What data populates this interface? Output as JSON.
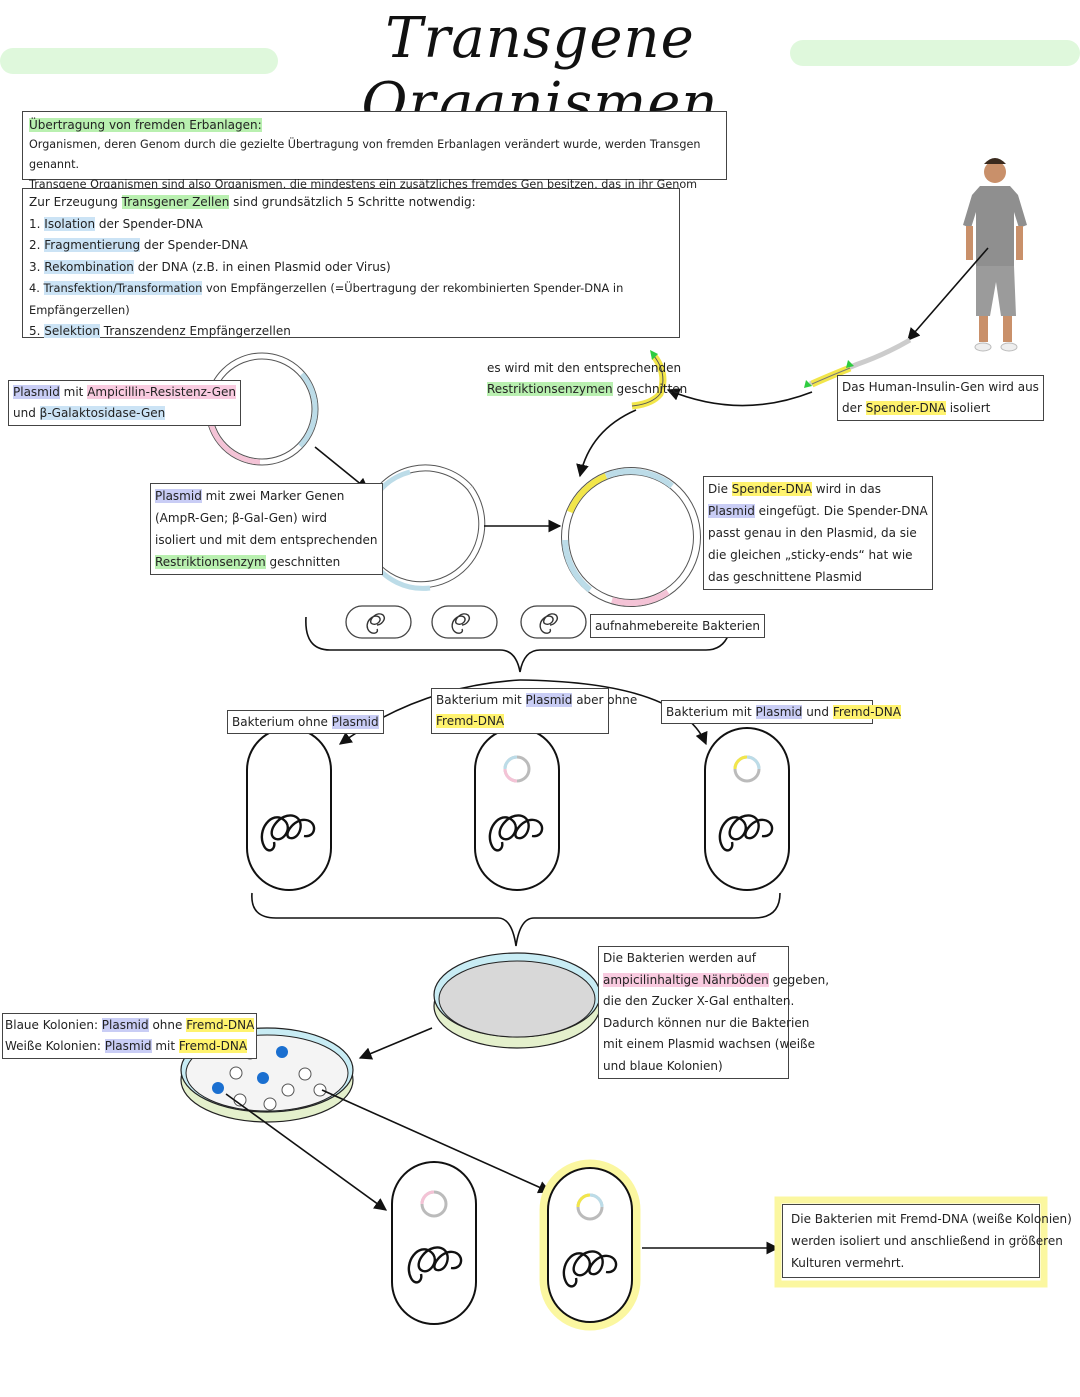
{
  "title": "Transgene Organismen",
  "intro": {
    "heading": "Übertragung von fremden Erbanlagen:",
    "line1": "Organismen, deren Genom durch die gezielte Übertragung von fremden Erbanlagen verändert wurde, werden Transgen genannt.",
    "line2": "Transgene Organismen sind also Organismen, die mindestens ein zusätzliches fremdes Gen besitzen, das in ihr Genom integriert wurde."
  },
  "steps": {
    "lead_a": "Zur Erzeugung ",
    "lead_hl": "Transgener Zellen",
    "lead_b": " sind grundsätzlich 5 Schritte notwendig:",
    "items": [
      {
        "num": "1.",
        "hl": "Isolation",
        "rest": " der Spender-DNA"
      },
      {
        "num": "2.",
        "hl": "Fragmentierung",
        "rest": " der Spender-DNA"
      },
      {
        "num": "3.",
        "hl": "Rekombination",
        "rest": " der DNA (z.B. in einen Plasmid oder Virus)"
      },
      {
        "num": "4.",
        "hl": "Transfektion/Transformation",
        "rest": " von Empfängerzellen (=Übertragung der rekombinierten Spender-DNA in Empfängerzellen)"
      },
      {
        "num": "5.",
        "hl": "Selektion",
        "rest": " Transzendenz Empfängerzellen"
      }
    ]
  },
  "labels": {
    "plasmid_a": "Plasmid",
    "plasmid_b": " mit ",
    "plasmid_c": "Ampicillin-Resistenz-Gen",
    "plasmid_d": "und ",
    "plasmid_e": "β-Galaktosidase-Gen",
    "cut_a": "es wird mit den entsprechenden",
    "cut_b": "Restriktionsenzymen",
    "cut_c": " geschnitten",
    "insulin_a": "Das Human-Insulin-Gen wird aus",
    "insulin_b": "der ",
    "insulin_c": "Spender-DNA",
    "insulin_d": " isoliert",
    "marker_a": "Plasmid",
    "marker_b": " mit zwei Marker Genen",
    "marker_c": "(AmpR-Gen; β-Gal-Gen) wird",
    "marker_d": "isoliert und mit dem entsprechenden",
    "marker_e": "Restriktionsenzym",
    "marker_f": " geschnitten",
    "insert_a": "Die ",
    "insert_b": "Spender-DNA",
    "insert_c": " wird in das",
    "insert_d": "Plasmid",
    "insert_e": " eingefügt. Die Spender-DNA",
    "insert_f": "passt genau in den Plasmid, da sie",
    "insert_g": "die gleichen „sticky-ends“ hat wie",
    "insert_h": "das geschnittene Plasmid",
    "ready": "aufnahmebereite Bakterien",
    "b1_a": "Bakterium ohne ",
    "b1_b": "Plasmid",
    "b2_a": "Bakterium mit ",
    "b2_b": "Plasmid",
    "b2_c": " aber ohne",
    "b2_d": "Fremd-DNA",
    "b3_a": "Bakterium mit ",
    "b3_b": "Plasmid",
    "b3_c": " und ",
    "b3_d": "Fremd-DNA",
    "agar_a": "Die Bakterien werden auf",
    "agar_b": "ampicilinhaltige Nährböden",
    "agar_c": " gegeben,",
    "agar_d": "die den Zucker X-Gal enthalten.",
    "agar_e": "Dadurch können nur die Bakterien",
    "agar_f": "mit einem Plasmid wachsen (weiße",
    "agar_g": "und blaue Kolonien)",
    "col_a": "Blaue Kolonien: ",
    "col_b": "Plasmid",
    "col_c": " ohne ",
    "col_d": "Fremd-DNA",
    "col_e": "Weiße Kolonien: ",
    "col_f": "Plasmid",
    "col_g": " mit ",
    "col_h": "Fremd-DNA",
    "final_a": "Die Bakterien mit Fremd-DNA (weiße Kolonien)",
    "final_b": "werden isoliert und anschließend in größeren",
    "final_c": "Kulturen vermehrt."
  },
  "colors": {
    "green_highlight": "#b9f0b0",
    "yellow_highlight": "#fff36e",
    "blue_highlight": "#c9cdf5",
    "pink_highlight": "#f9cbe0",
    "plasmid_blue_segment": "#bcdce8",
    "plasmid_pink_segment": "#f4c3d6",
    "donor_dna_yellow": "#f2e64a",
    "colony_blue": "#1a6fd0",
    "agar_cyan": "#c8ecf4"
  }
}
